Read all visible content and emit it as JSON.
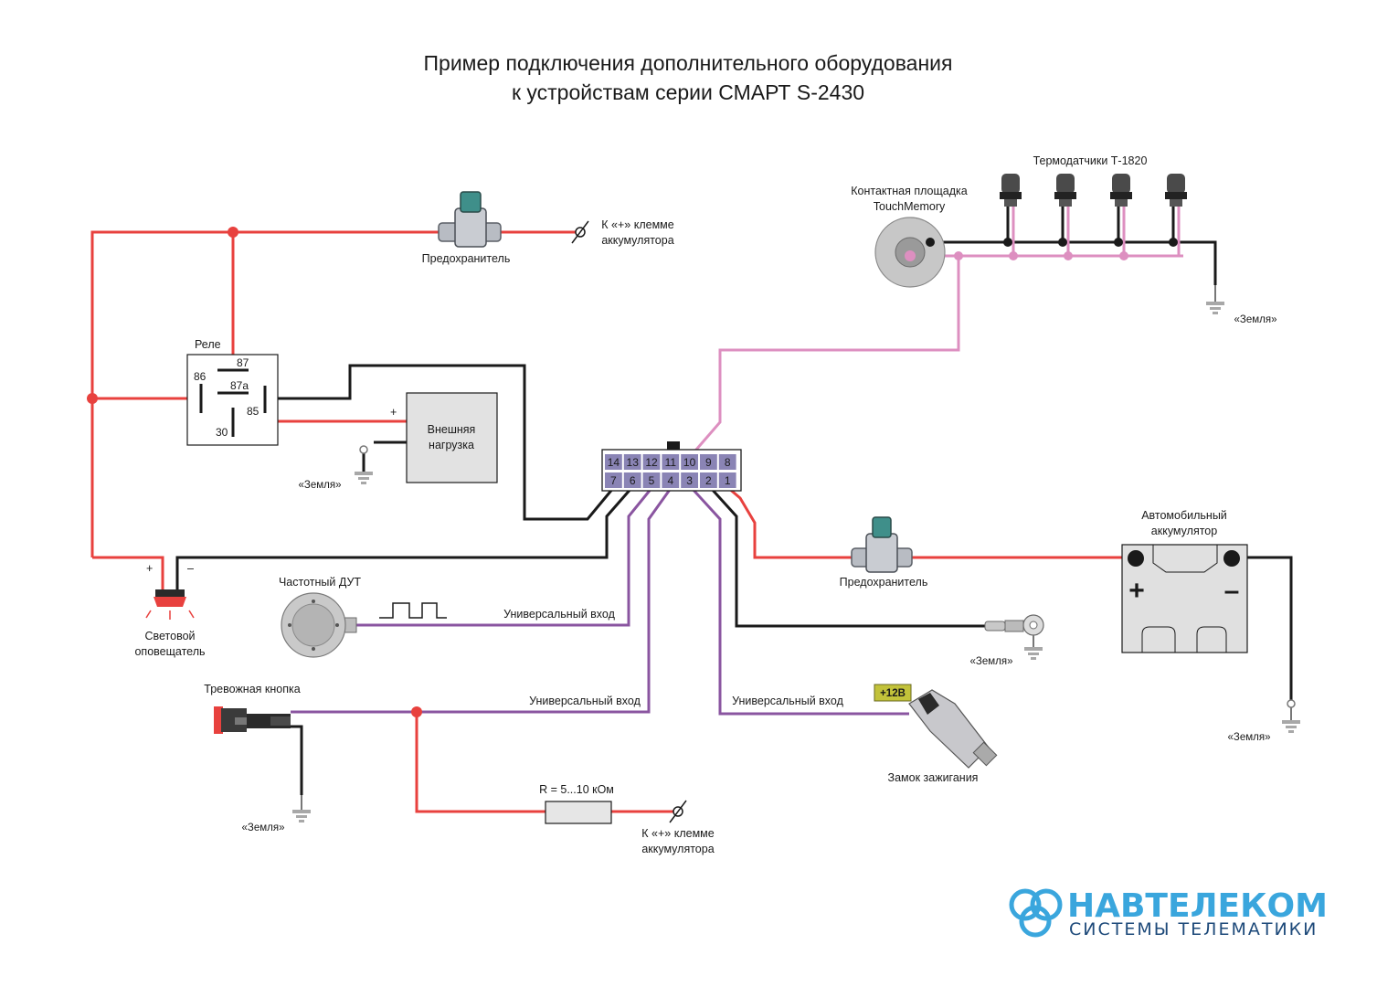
{
  "title": {
    "line1": "Пример подключения дополнительного оборудования",
    "line2": "к устройствам серии СМАРТ S-2430"
  },
  "connector": {
    "top_pins": [
      "14",
      "13",
      "12",
      "11",
      "10",
      "9",
      "8"
    ],
    "bottom_pins": [
      "7",
      "6",
      "5",
      "4",
      "3",
      "2",
      "1"
    ]
  },
  "relay": {
    "label": "Реле",
    "pin_87": "87",
    "pin_86": "86",
    "pin_87a": "87a",
    "pin_85": "85",
    "pin_30": "30"
  },
  "load": {
    "label_line1": "Внешняя",
    "label_line2": "нагрузка",
    "plus": "+",
    "minus": "–"
  },
  "fuse_top": {
    "label": "Предохранитель"
  },
  "fuse_bottom": {
    "label": "Предохранитель"
  },
  "battery_terminal_top": {
    "line1": "К «+» клемме",
    "line2": "аккумулятора"
  },
  "battery_terminal_bottom": {
    "line1": "К «+» клемме",
    "line2": "аккумулятора"
  },
  "touch_memory": {
    "line1": "Контактная площадка",
    "line2": "TouchMemory"
  },
  "thermo": {
    "label": "Термодатчики Т-1820"
  },
  "grounds": {
    "thermo": "«Земля»",
    "load": "«Земля»",
    "battery": "«Земля»",
    "pin2": "«Земля»",
    "alarm": "«Земля»"
  },
  "battery": {
    "line1": "Автомобильный",
    "line2": "аккумулятор",
    "plus": "+",
    "minus": "–"
  },
  "beacon": {
    "line1": "Световой",
    "line2": "оповещатель",
    "plus": "+",
    "minus": "–"
  },
  "fuel_sensor": {
    "label": "Частотный ДУТ"
  },
  "alarm_button": {
    "label": "Тревожная кнопка"
  },
  "inputs": {
    "fuel": "Универсальный вход",
    "alarm": "Универсальный вход",
    "ignition": "Универсальный вход"
  },
  "ignition": {
    "label": "Замок зажигания",
    "tag": "+12В"
  },
  "resistor": {
    "label": "R = 5...10 кОм"
  },
  "logo": {
    "main": "НАВТЕЛЕКОМ",
    "sub": "СИСТЕМЫ ТЕЛЕМАТИКИ"
  },
  "colors": {
    "power": "#e8413e",
    "ground": "#1a1a1a",
    "input": "#8a55a0",
    "one_wire": "#dd8fc0",
    "pin_cell": "#8a84b5",
    "brand": "#3aa6dd"
  }
}
